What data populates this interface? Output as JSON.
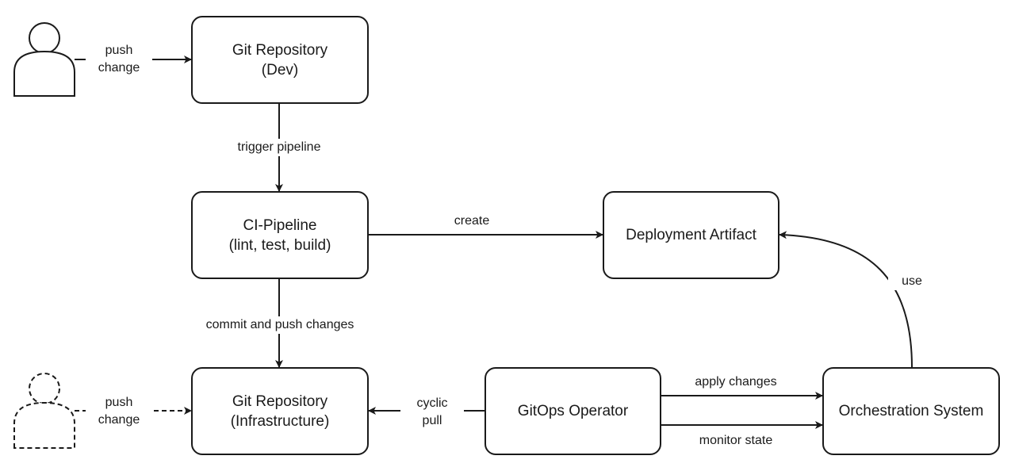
{
  "nodes": {
    "git_dev": {
      "line1": "Git Repository",
      "line2": "(Dev)"
    },
    "ci": {
      "line1": "CI-Pipeline",
      "line2": "(lint, test, build)"
    },
    "artifact": {
      "line1": "Deployment Artifact"
    },
    "git_infra": {
      "line1": "Git Repository",
      "line2": "(Infrastructure)"
    },
    "gitops": {
      "line1": "GitOps Operator"
    },
    "orchestration": {
      "line1": "Orchestration System"
    }
  },
  "edges": {
    "dev_push": {
      "line1": "push",
      "line2": "change"
    },
    "infra_push": {
      "line1": "push",
      "line2": "change"
    },
    "trigger": "trigger pipeline",
    "create": "create",
    "commit": "commit and push changes",
    "cyclic": {
      "line1": "cyclic",
      "line2": "pull"
    },
    "apply": "apply changes",
    "monitor": "monitor state",
    "use": "use"
  },
  "actors": {
    "developer": {
      "icon": "user-icon"
    },
    "infra_user": {
      "icon": "user-dashed-icon"
    }
  },
  "colors": {
    "stroke": "#1a1a1a",
    "background": "#ffffff"
  }
}
